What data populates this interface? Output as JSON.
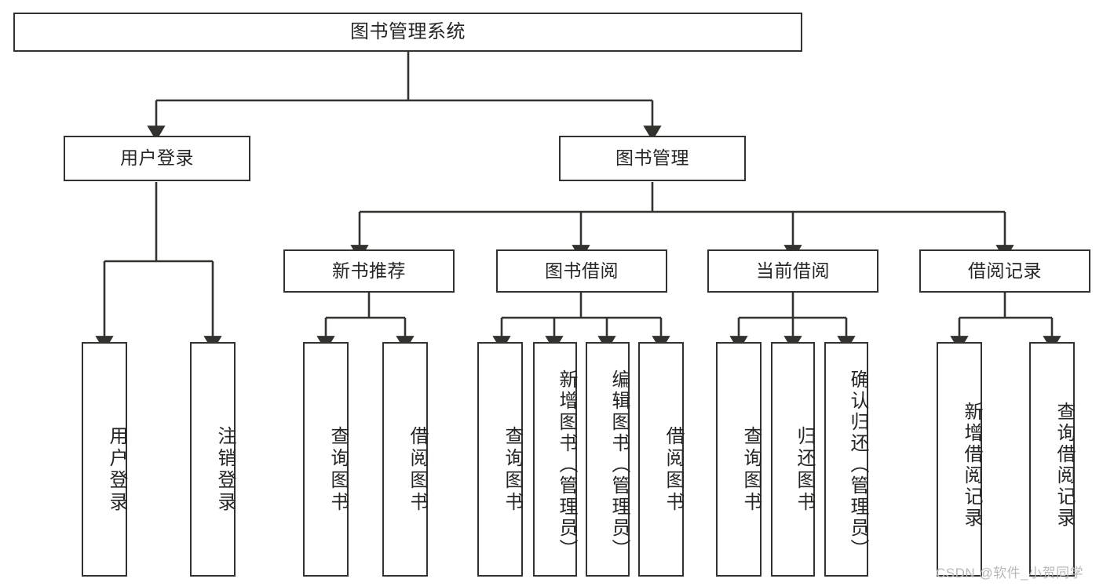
{
  "diagram": {
    "type": "tree",
    "title": "图书管理系统",
    "root": {
      "label": "图书管理系统"
    },
    "level1": [
      {
        "label": "用户登录"
      },
      {
        "label": "图书管理"
      }
    ],
    "level2": [
      {
        "label": "新书推荐"
      },
      {
        "label": "图书借阅"
      },
      {
        "label": "当前借阅"
      },
      {
        "label": "借阅记录"
      }
    ],
    "leaves": {
      "user_login": [
        {
          "label": "用户登录"
        },
        {
          "label": "注销登录"
        }
      ],
      "new_book_recommend": [
        {
          "label": "查询图书"
        },
        {
          "label": "借阅图书"
        }
      ],
      "book_borrow": [
        {
          "label": "查询图书"
        },
        {
          "label": "新增图书（管理员）"
        },
        {
          "label": "编辑图书（管理员）"
        },
        {
          "label": "借阅图书"
        }
      ],
      "current_borrow": [
        {
          "label": "查询图书"
        },
        {
          "label": "归还图书"
        },
        {
          "label": "确认归还（管理员）"
        }
      ],
      "borrow_record": [
        {
          "label": "新增借阅记录"
        },
        {
          "label": "查询借阅记录"
        }
      ]
    }
  },
  "watermark": {
    "text": "CSDN @软件_小贺同学"
  },
  "colors": {
    "stroke": "#33322f",
    "text": "#262523",
    "background": "#ffffff",
    "watermark": "#b9b9b9"
  }
}
